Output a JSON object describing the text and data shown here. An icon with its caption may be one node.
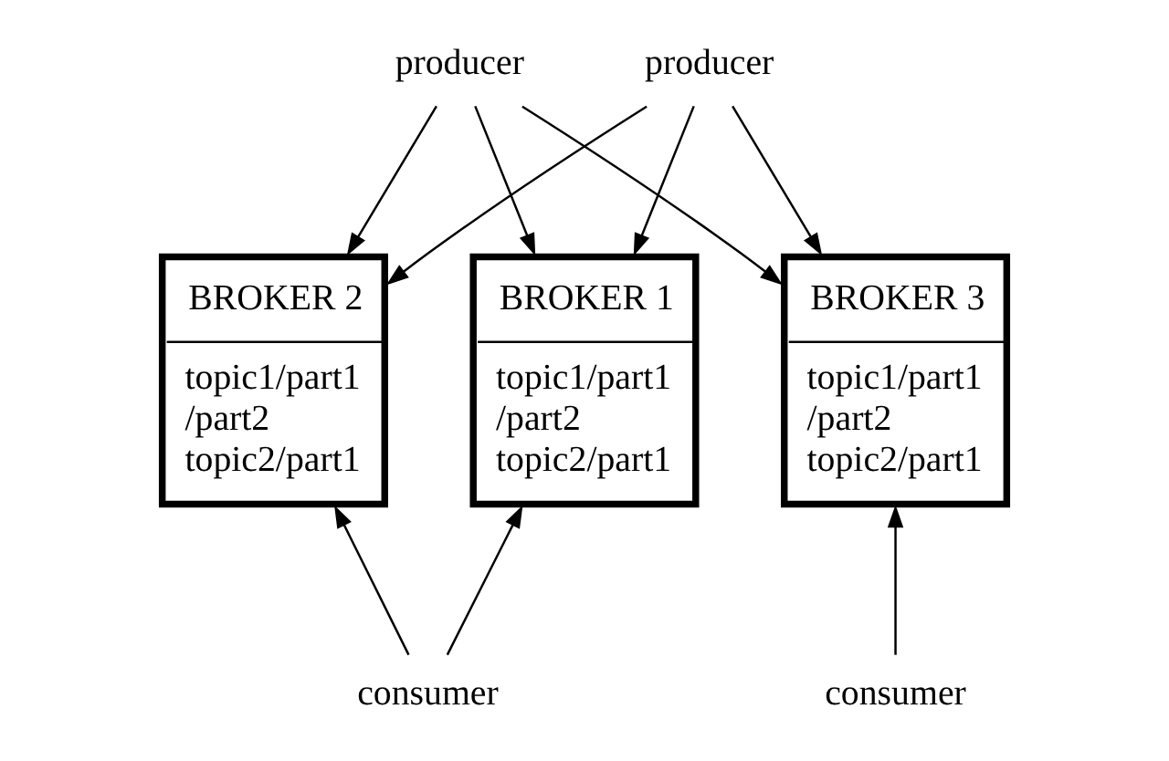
{
  "diagram": {
    "nodes": [
      {
        "text": [
          "producer"
        ]
      },
      {
        "text": [
          "producer"
        ]
      },
      {
        "text": [
          "BROKER 1",
          "topic1/part1 /part2 topic2/part1"
        ]
      },
      {
        "text": [
          "BROKER 2",
          "topic1/part1 /part2 topic2/part1"
        ]
      },
      {
        "text": [
          "BROKER 3",
          "topic1/part1 /part2 topic2/part1"
        ]
      },
      {
        "text": [
          "consumer"
        ]
      },
      {
        "text": [
          "consumer"
        ]
      }
    ],
    "edges": [
      {
        "from": 0,
        "to": 2,
        "arrow": "to"
      },
      {
        "from": 0,
        "to": 3,
        "arrow": "to"
      },
      {
        "from": 0,
        "to": 4,
        "arrow": "to"
      },
      {
        "from": 1,
        "to": 2,
        "arrow": "to"
      },
      {
        "from": 1,
        "to": 3,
        "arrow": "to"
      },
      {
        "from": 1,
        "to": 4,
        "arrow": "to"
      },
      {
        "from": 5,
        "to": 2,
        "arrow": "to"
      },
      {
        "from": 5,
        "to": 3,
        "arrow": "to"
      },
      {
        "from": 6,
        "to": 4,
        "arrow": "to"
      }
    ]
  }
}
